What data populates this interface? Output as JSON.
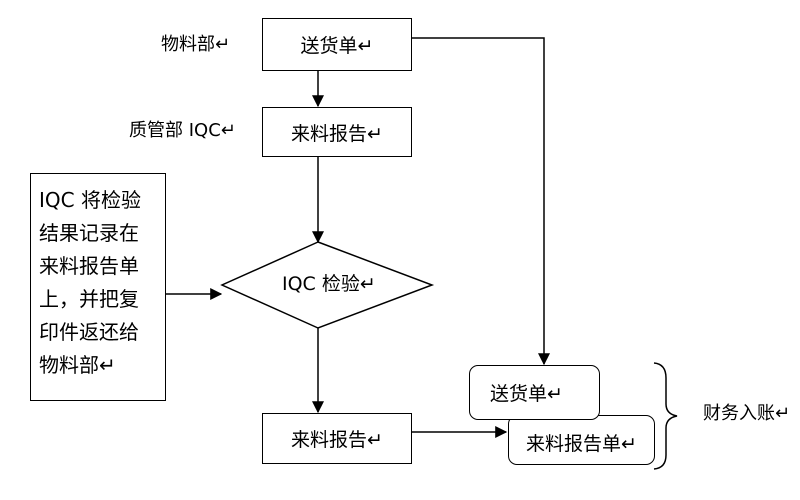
{
  "labels": {
    "materials_dept": "物料部↵",
    "qc_dept": "质管部 IQC↵",
    "finance": "财务入账↵"
  },
  "boxes": {
    "delivery_top": "送货单↵",
    "report_top": "来料报告↵",
    "inspection": "IQC 检验↵",
    "report_bottom": "来料报告↵",
    "delivery_stacked": "送货单↵",
    "report_stacked": "来料报告单↵"
  },
  "note": {
    "lines": [
      "IQC 将检验",
      "结果记录在",
      "来料报告单",
      "上，并把复",
      "印件返还给",
      "物料部↵"
    ]
  },
  "colors": {
    "stroke": "#000000",
    "background": "#ffffff"
  }
}
